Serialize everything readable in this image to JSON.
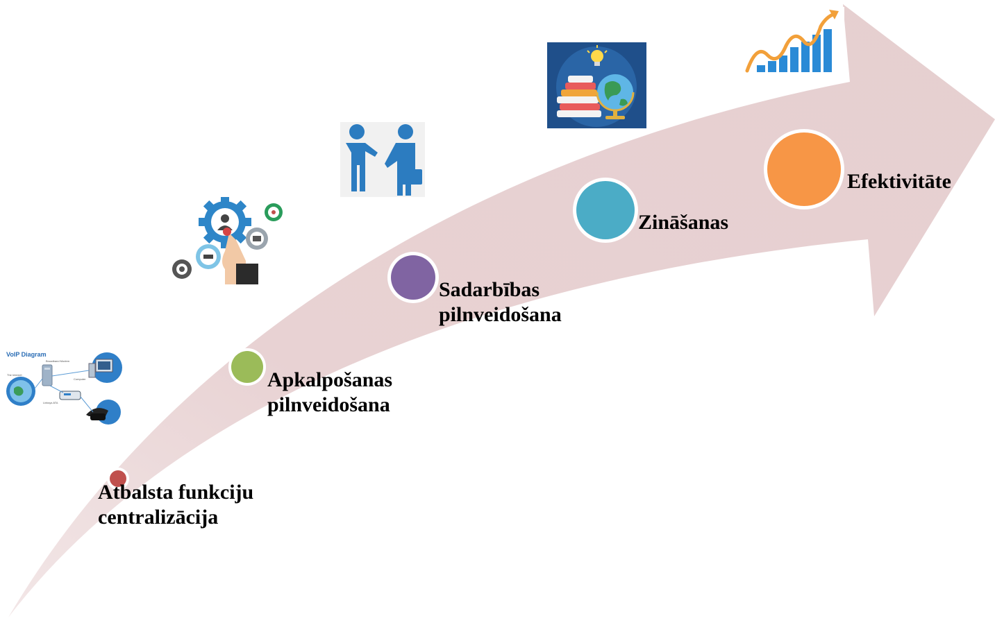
{
  "diagram": {
    "arrow_color": "#e8d2d3",
    "steps": [
      {
        "id": "step-1",
        "lines": [
          "Atbalsta funkciju",
          "centralizācija"
        ],
        "color": "#c0504d",
        "icon": "voip-diagram-icon"
      },
      {
        "id": "step-2",
        "lines": [
          "Apkalpošanas",
          "pilnveidošana"
        ],
        "color": "#9bbb59",
        "icon": "gears-hand-icon"
      },
      {
        "id": "step-3",
        "lines": [
          "Sadarbības",
          "pilnveidošana"
        ],
        "color": "#8064a2",
        "icon": "handshake-icon"
      },
      {
        "id": "step-4",
        "lines": [
          "Zināšanas"
        ],
        "color": "#4bacc6",
        "icon": "books-globe-icon"
      },
      {
        "id": "step-5",
        "lines": [
          "Efektivitāte"
        ],
        "color": "#f79646",
        "icon": "growth-chart-icon"
      }
    ],
    "voip": {
      "title": "VoIP Diagram",
      "labels": [
        "The Internet",
        "Broadband Modem",
        "Computer",
        "Linksys ATA"
      ]
    }
  }
}
